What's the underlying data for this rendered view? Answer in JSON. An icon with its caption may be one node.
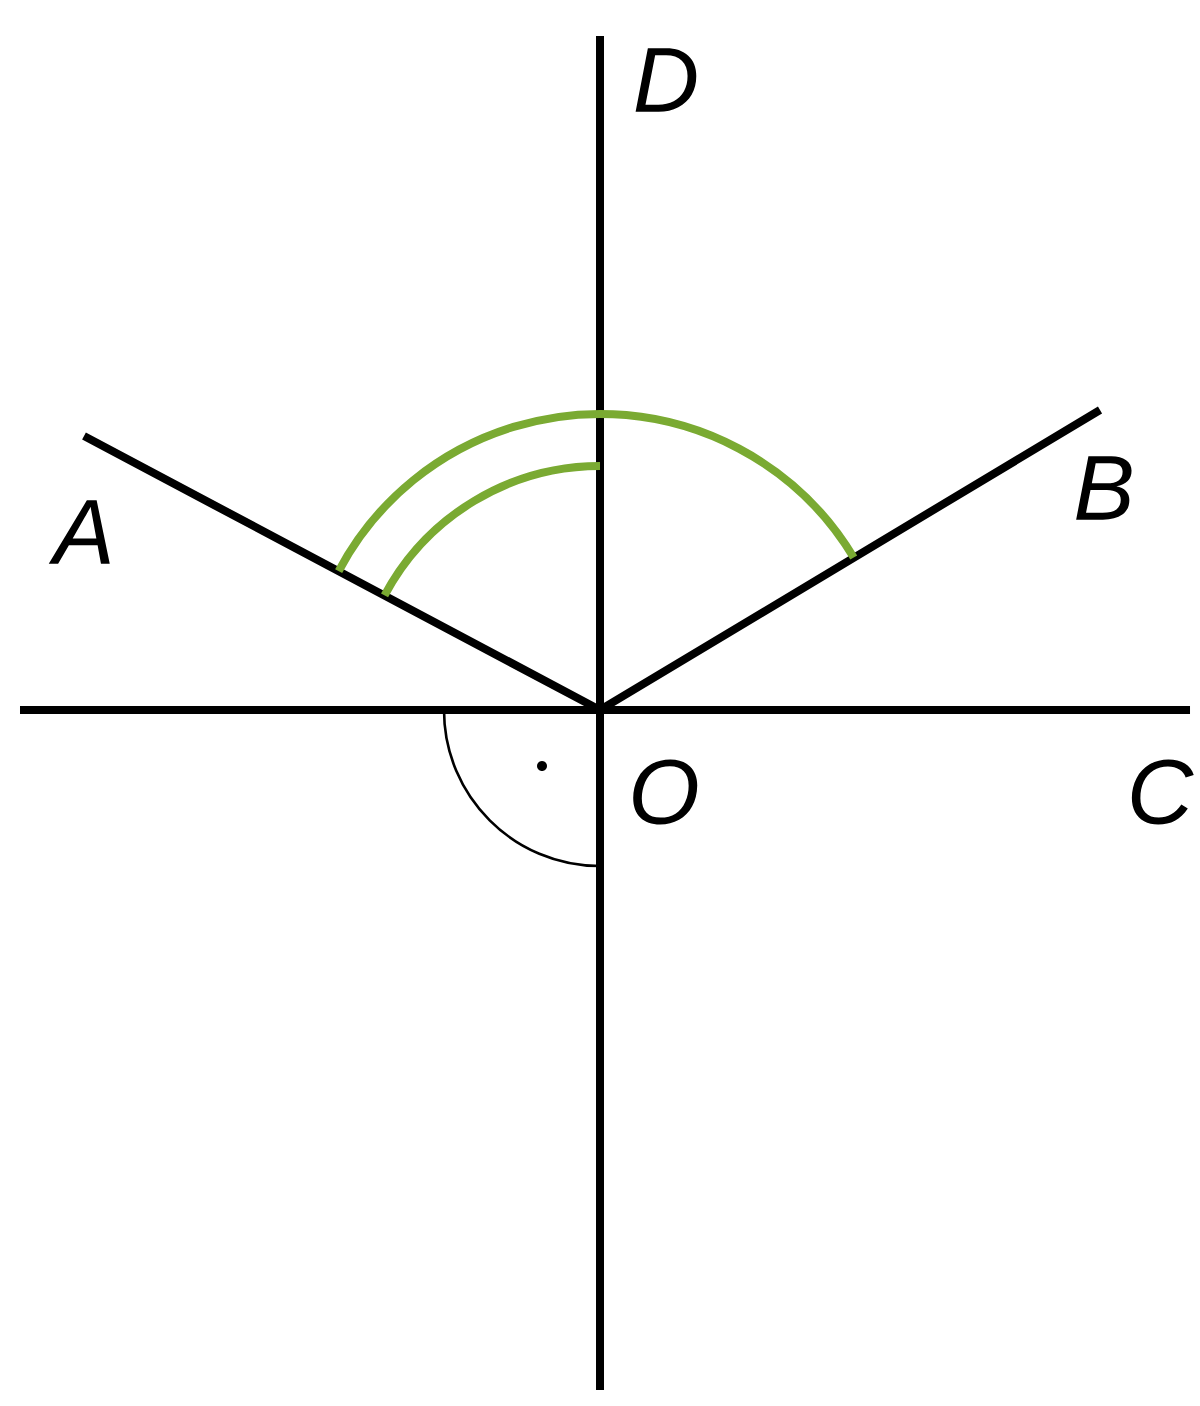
{
  "diagram": {
    "labels": [
      "D",
      "A",
      "B",
      "O",
      "C"
    ]
  }
}
